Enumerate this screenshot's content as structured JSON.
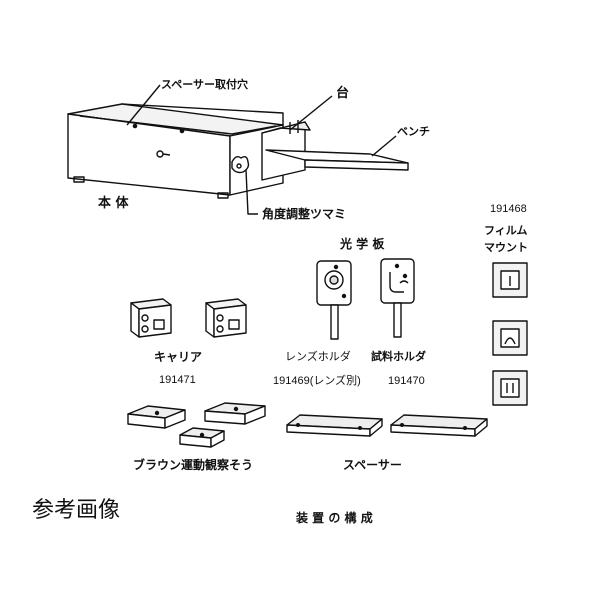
{
  "labels": {
    "spacer_hole": "スペーサー取付穴",
    "stand": "台",
    "bench": "ベンチ",
    "main_body": "本 体",
    "angle_knob": "角度調整ツマミ",
    "optical_plate": "光 学 板",
    "film_mount_code": "191468",
    "film_mount_line1": "フィルム",
    "film_mount_line2": "マウント",
    "carrier": "キャリア",
    "carrier_code": "191471",
    "lens_holder": "レンズホルダ",
    "lens_holder_code": "191469(レンズ別)",
    "sample_holder": "試料ホルダ",
    "sample_holder_code": "191470",
    "brownian_cell": "ブラウン運動観察そう",
    "spacer": "スペーサー",
    "reference_image": "参考画像",
    "caption": "装 置 の 構 成"
  }
}
